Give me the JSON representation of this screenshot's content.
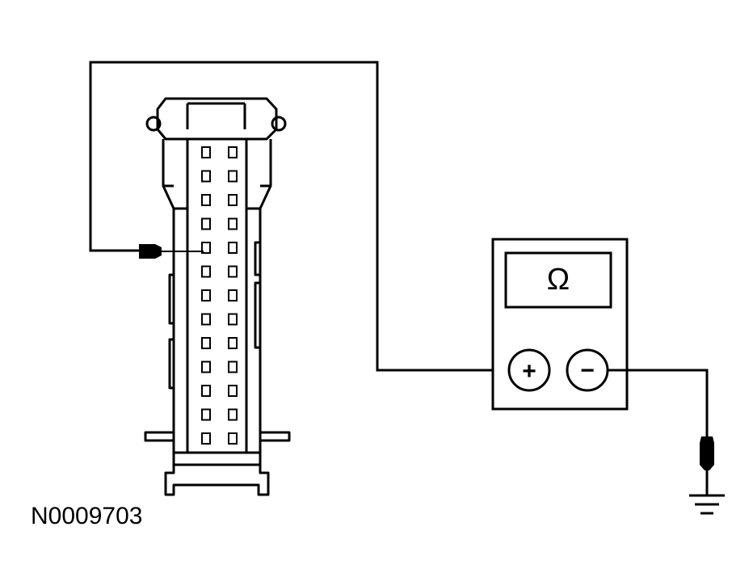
{
  "figure_id": "N0009703",
  "meter": {
    "display_symbol": "Ω",
    "positive_label": "+",
    "negative_label": "−"
  },
  "connector": {
    "pin_rows": 13,
    "pin_columns": 2,
    "probed_row": 5,
    "probed_column": 1
  },
  "icons": {
    "ground": "ground-symbol-icon",
    "probe_tip": "test-probe-icon"
  },
  "colors": {
    "line": "#000000",
    "background": "#ffffff",
    "display_fill": "#ffffff"
  }
}
